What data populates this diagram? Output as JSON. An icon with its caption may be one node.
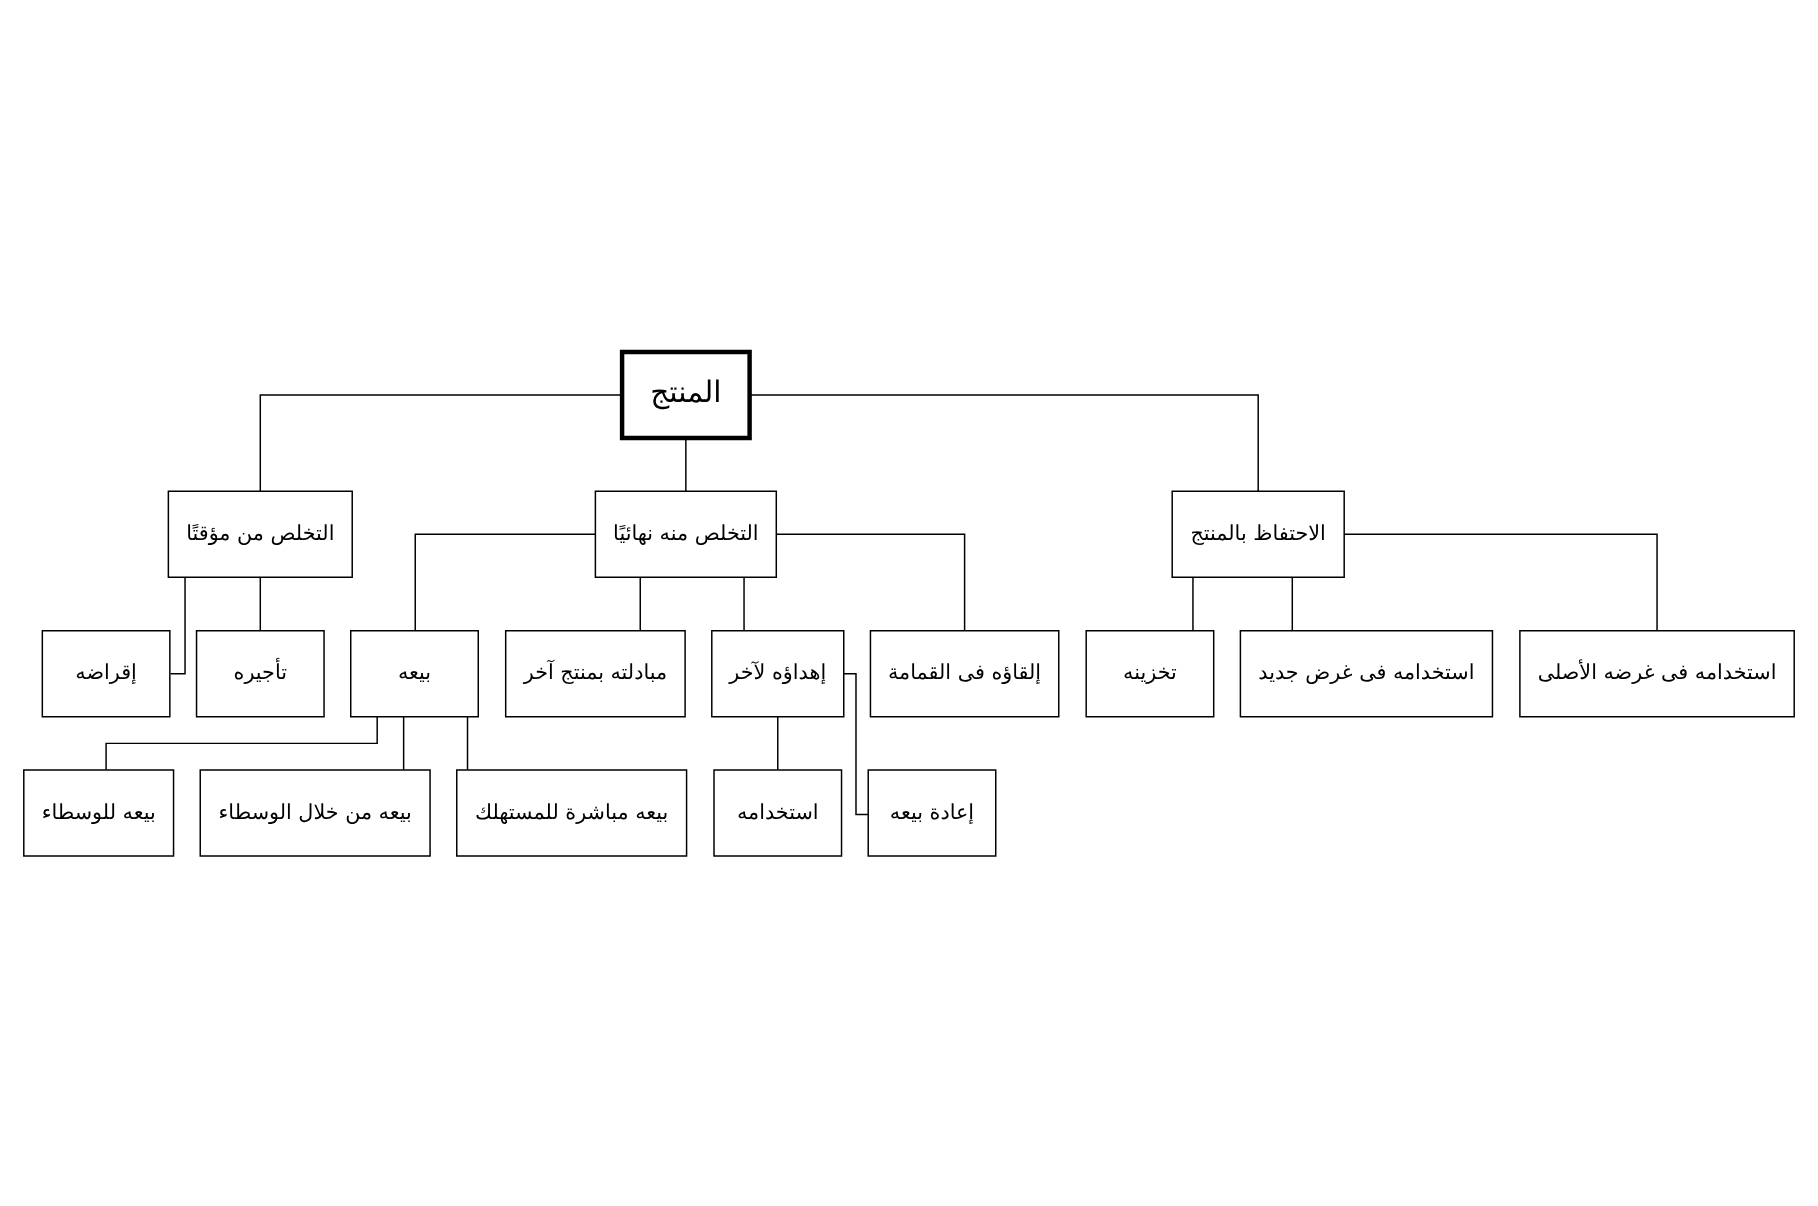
{
  "diagram": {
    "nodes": [
      {
        "text": [
          "المنتج"
        ]
      },
      {
        "text": [
          "الاحتفاظ بالمنتج"
        ]
      },
      {
        "text": [
          "التخلص منه نهائيًا"
        ]
      },
      {
        "text": [
          "التخلص من مؤقتًا"
        ]
      },
      {
        "text": [
          "استخدامه فى غرضه الأصلى"
        ]
      },
      {
        "text": [
          "استخدامه فى غرض جديد"
        ]
      },
      {
        "text": [
          "تخزينه"
        ]
      },
      {
        "text": [
          "إلقاؤه فى القمامة"
        ]
      },
      {
        "text": [
          "إهداؤه لآخر"
        ]
      },
      {
        "text": [
          "مبادلته بمنتج آخر"
        ]
      },
      {
        "text": [
          "بيعه"
        ]
      },
      {
        "text": [
          "تأجيره"
        ]
      },
      {
        "text": [
          "إقراضه"
        ]
      },
      {
        "text": [
          "إعادة بيعه"
        ]
      },
      {
        "text": [
          "استخدامه"
        ]
      },
      {
        "text": [
          "بيعه مباشرة للمستهلك"
        ]
      },
      {
        "text": [
          "بيعه من خلال الوسطاء"
        ]
      },
      {
        "text": [
          "بيعه للوسطاء"
        ]
      }
    ],
    "edges": [
      {
        "from": 0,
        "to": 1,
        "arrow": "none"
      },
      {
        "from": 0,
        "to": 2,
        "arrow": "none"
      },
      {
        "from": 0,
        "to": 3,
        "arrow": "none"
      },
      {
        "from": 1,
        "to": 4,
        "arrow": "none"
      },
      {
        "from": 1,
        "to": 5,
        "arrow": "none"
      },
      {
        "from": 1,
        "to": 6,
        "arrow": "none"
      },
      {
        "from": 2,
        "to": 7,
        "arrow": "none"
      },
      {
        "from": 2,
        "to": 8,
        "arrow": "none"
      },
      {
        "from": 2,
        "to": 9,
        "arrow": "none"
      },
      {
        "from": 2,
        "to": 10,
        "arrow": "none"
      },
      {
        "from": 3,
        "to": 11,
        "arrow": "none"
      },
      {
        "from": 3,
        "to": 12,
        "arrow": "none"
      },
      {
        "from": 8,
        "to": 13,
        "arrow": "none"
      },
      {
        "from": 8,
        "to": 14,
        "arrow": "none"
      },
      {
        "from": 10,
        "to": 15,
        "arrow": "none"
      },
      {
        "from": 10,
        "to": 16,
        "arrow": "none"
      },
      {
        "from": 10,
        "to": 17,
        "arrow": "none"
      }
    ]
  }
}
